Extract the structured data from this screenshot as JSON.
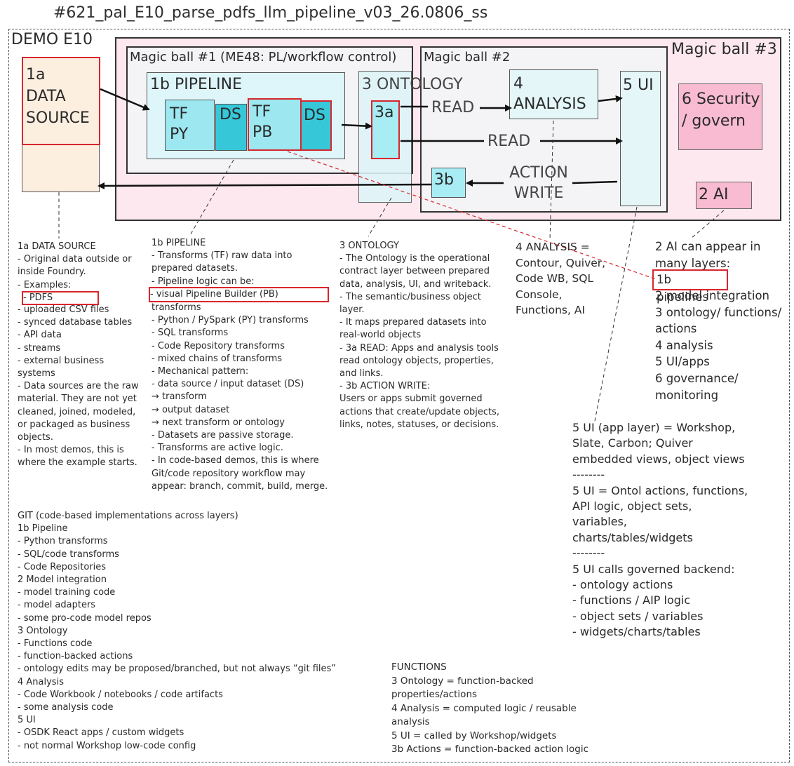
{
  "title": "#621_pal_E10_parse_pdfs_llm_pipeline_v03_26.0806_ss",
  "demo_label": "DEMO E10",
  "magic_ball_1": "Magic ball #1 (ME48: PL/workflow control)",
  "magic_ball_2": "Magic ball #2",
  "magic_ball_3": "Magic ball #3",
  "data_source_box": "1a\nDATA\nSOURCE",
  "pipeline_box": "1b PIPELINE",
  "tf_py": "TF\nPY",
  "ds_1": "DS",
  "tf_pb": "TF\nPB",
  "ds_2": "DS",
  "ontology_box": "3 ONTOLOGY",
  "node_3a": "3a",
  "node_3b": "3b",
  "read_upper": "READ",
  "read_lower": "READ",
  "action_write": "ACTION\nWRITE",
  "analysis_box": "4\nANALYSIS",
  "ui_box": "5 UI",
  "security_box": "6 Security\n/ govern",
  "ai_box": "2 AI",
  "notes": {
    "data_source_head": "1a DATA SOURCE\n- Original data outside or\ninside Foundry.\n- Examples:",
    "data_source_pdfs": "- PDFS",
    "data_source_tail": "  - uploaded CSV files\n  - synced database tables\n  - API data\n  - streams\n  - external business\nsystems\n- Data sources are the raw\nmaterial. They are not yet\ncleaned, joined, modeled,\nor packaged as business\nobjects.\n- In most demos, this is\nwhere the example starts.",
    "pipeline_head": "1b PIPELINE\n- Transforms (TF) raw data into\nprepared datasets.\n- Pipeline logic can be:",
    "pipeline_pb": "  - visual Pipeline Builder (PB)",
    "pipeline_tail": "transforms\n  - Python / PySpark (PY) transforms\n  - SQL transforms\n  - Code Repository transforms\n  - mixed chains of transforms\n- Mechanical pattern:\n- data source / input dataset (DS)\n    → transform\n    → output dataset\n    → next transform or ontology\n- Datasets are passive storage.\n- Transforms are active logic.\n- In code-based demos, this is where\nGit/code repository workflow may\nappear: branch, commit, build, merge.",
    "ontology": "3 ONTOLOGY\n- The Ontology is the operational\ncontract layer between prepared\ndata, analysis, UI, and writeback.\n- The semantic/business object\nlayer.\n- It maps prepared datasets into\nreal-world objects\n- 3a READ: Apps and analysis tools\nread ontology objects, properties,\nand links.\n- 3b ACTION WRITE:\nUsers or apps submit governed\nactions that create/update objects,\nlinks, notes, statuses, or decisions.",
    "analysis": "4 ANALYSIS =\nContour, Quiver,\nCode WB, SQL\nConsole,\nFunctions, AI",
    "ai_head": "2 AI can appear in\nmany layers:",
    "ai_pipelines": "1b pipelines",
    "ai_tail": "2 model integration\n3 ontology/ functions/\nactions\n4 analysis\n5 UI/apps\n6 governance/\n   monitoring",
    "ui": "5 UI (app layer) = Workshop,\nSlate, Carbon; Quiver\nembedded views, object views\n--------\n5 UI = Ontol actions, functions,\nAPI logic, object sets,\nvariables,\ncharts/tables/widgets\n--------\n5 UI calls governed backend:\n- ontology actions\n- functions / AIP logic\n- object sets / variables\n- widgets/charts/tables",
    "git": "GIT (code-based implementations across layers)\n1b Pipeline\n- Python transforms\n- SQL/code transforms\n- Code Repositories\n2 Model integration\n- model training code\n- model adapters\n- some pro-code model repos\n3 Ontology\n- Functions code\n- function-backed actions\n- ontology edits may be proposed/branched, but not always “git files”\n4 Analysis\n- Code Workbook / notebooks / code artifacts\n- some analysis code\n5 UI\n- OSDK React apps / custom widgets\n- not normal Workshop low-code config",
    "functions": "FUNCTIONS\n3 Ontology = function-backed\nproperties/actions\n4 Analysis = computed logic / reusable\nanalysis\n5 UI = called by Workshop/widgets\n3b Actions = function-backed action logic"
  },
  "colors": {
    "outline_red": "#d8262e",
    "magic3_fill": "#fce8ee",
    "magic1_fill": "#f4f4f6",
    "data_source_fill": "#fdefe0",
    "pipeline_fill": "#def6fa",
    "tf_fill": "#9ce7f0",
    "ds_fill": "#36c7d8",
    "ontology_fill": "#e4f6f8",
    "node_fill": "#a8ecf4",
    "pink_box": "#f8bbd1"
  }
}
